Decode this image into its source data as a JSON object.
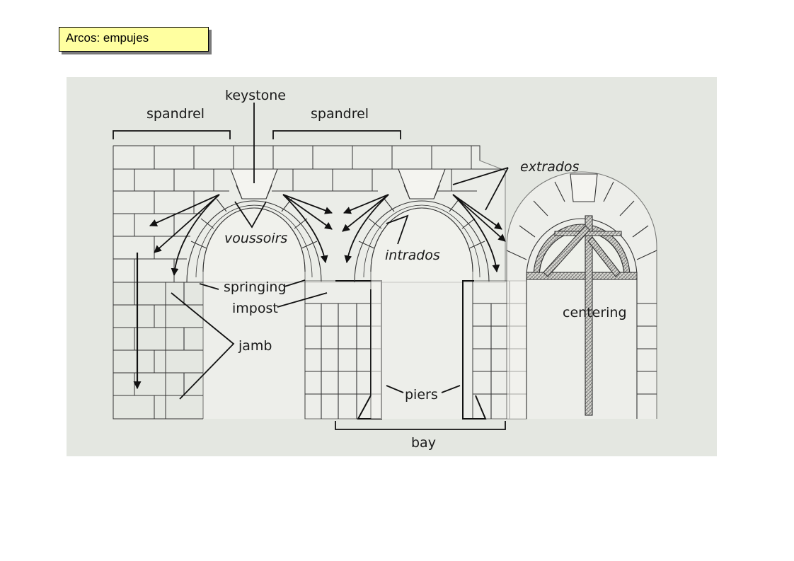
{
  "title": "Arcos: empujes",
  "labels": {
    "keystone": "keystone",
    "spandrel_left": "spandrel",
    "spandrel_right": "spandrel",
    "extrados": "extrados",
    "voussoirs": "voussoirs",
    "intrados": "intrados",
    "springing": "springing",
    "impost": "impost",
    "jamb": "jamb",
    "centering": "centering",
    "piers": "piers",
    "bay": "bay"
  }
}
